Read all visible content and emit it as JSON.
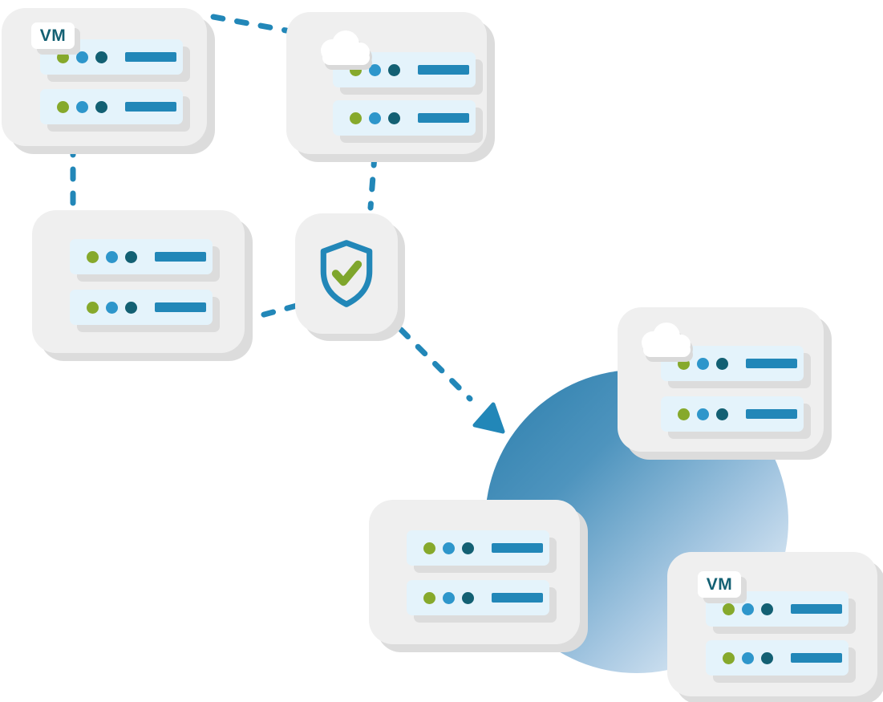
{
  "diagram": {
    "kind": "server-migration-protection-illustration",
    "cards": {
      "vm_source": {
        "badge": "VM",
        "rows": 2
      },
      "cloud_source": {
        "icon": "cloud-icon",
        "rows": 2
      },
      "plain_source": {
        "rows": 2
      },
      "cloud_dest": {
        "icon": "cloud-icon",
        "rows": 2
      },
      "plain_dest": {
        "rows": 2
      },
      "vm_dest": {
        "badge": "VM",
        "rows": 2
      }
    },
    "shield": {
      "icon": "shield-check-icon"
    },
    "row_contents": [
      "status-dot-green",
      "status-dot-blue",
      "status-dot-teal",
      "data-bar"
    ],
    "connections": [
      "vm-source to cloud-source",
      "vm-source to plain-source",
      "cloud-source to shield",
      "plain-source to shield",
      "shield to destination-circle (arrow)"
    ]
  },
  "colors": {
    "accent_blue": "#2287B8",
    "dot_green": "#86A92C",
    "dot_blue": "#2E96CB",
    "dot_teal": "#136073",
    "check_green": "#7FA62C",
    "badge_text": "#136073",
    "card_bg": "#EFEFEF",
    "row_bg": "#E4F3FB",
    "shadow": "#DCDCDC",
    "circle_start": "#2B7EAC",
    "circle_mid1": "#4E94BE",
    "circle_mid2": "#A7C8E2",
    "circle_end": "#EDF3FA"
  }
}
